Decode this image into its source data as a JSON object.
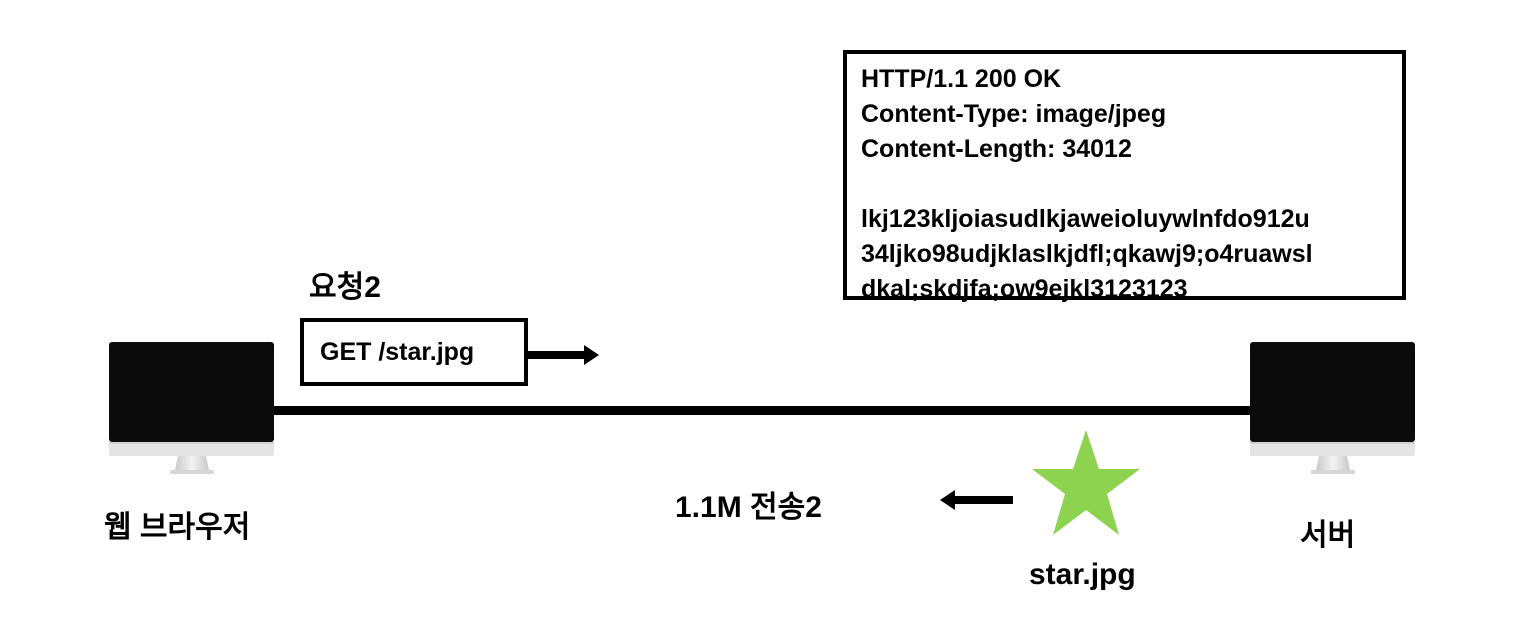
{
  "request": {
    "label": "요청2",
    "line": "GET /star.jpg"
  },
  "response": {
    "lines": [
      "HTTP/1.1 200 OK",
      "Content-Type: image/jpeg",
      "Content-Length: 34012",
      "",
      "lkj123kljoiasudlkjaweioluywlnfdo912u",
      "34ljko98udjklaslkjdfl;qkawj9;o4ruawsl",
      "dkal;skdjfa;ow9ejkl3123123"
    ]
  },
  "transfer": {
    "label": "1.1M 전송2",
    "file_label": "star.jpg",
    "star_color": "#8ed34f"
  },
  "client": {
    "label": "웹 브라우저",
    "icon": "monitor-icon"
  },
  "server": {
    "label": "서버",
    "icon": "monitor-icon"
  }
}
